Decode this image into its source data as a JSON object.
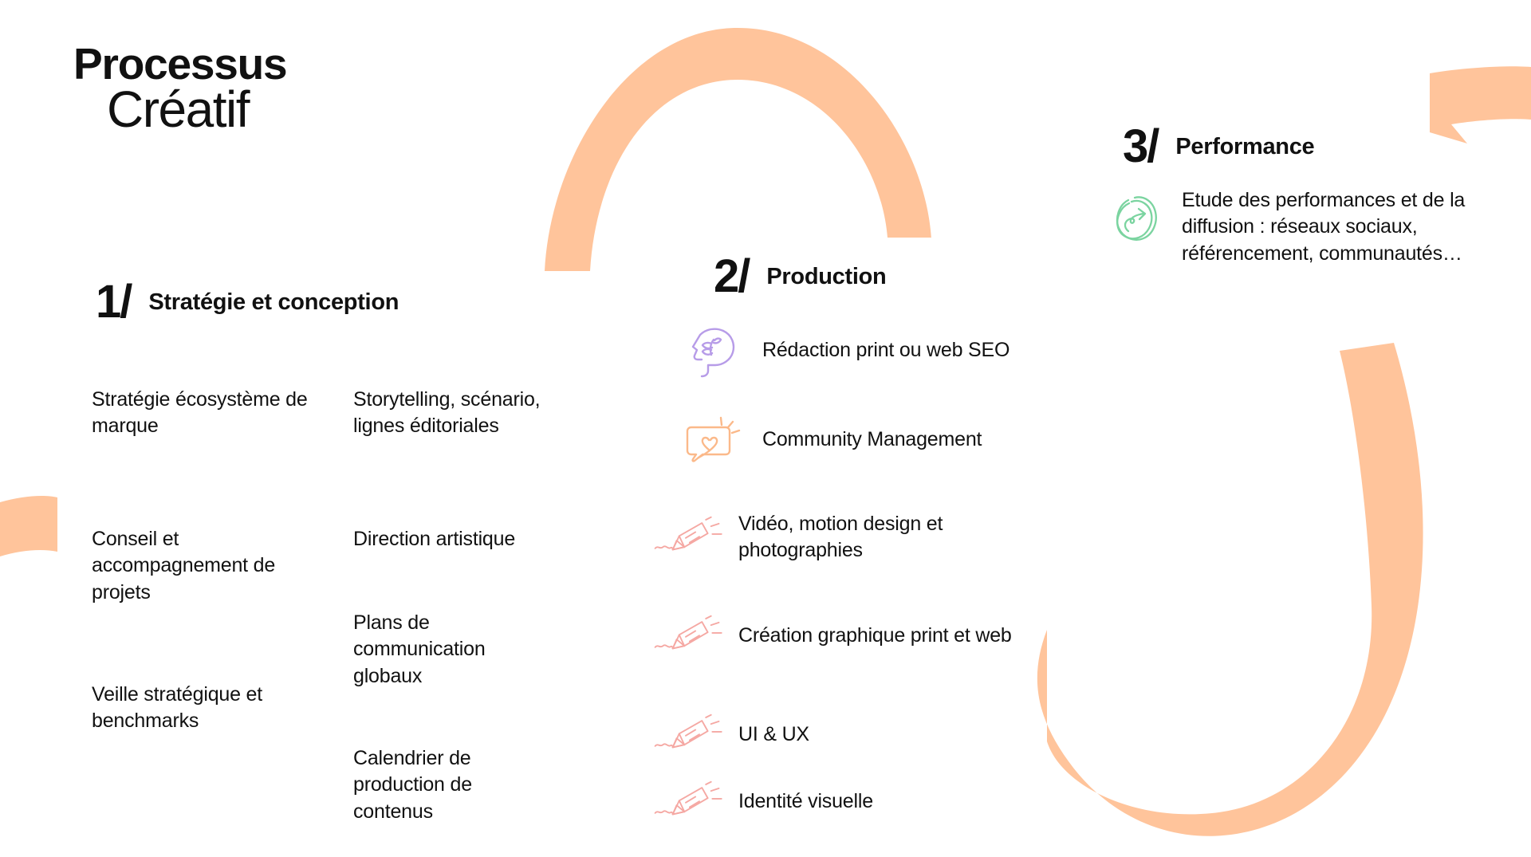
{
  "page": {
    "title_line1": "Processus",
    "title_line2": "Créatif",
    "background_color": "#FFFFFF",
    "accent_orange": "#FFC49B",
    "text_color": "#111111"
  },
  "steps": [
    {
      "number": "1/",
      "title": "Stratégie et conception",
      "columns": [
        {
          "items": [
            "Stratégie écosystème de marque",
            "Conseil et accompagnement de projets",
            "Veille stratégique et benchmarks"
          ]
        },
        {
          "items": [
            "Storytelling, scénario, lignes éditoriales",
            "Direction artistique",
            "Plans de communication globaux",
            "Calendrier de production de contenus"
          ]
        }
      ]
    },
    {
      "number": "2/",
      "title": "Production",
      "items": [
        {
          "icon": "head-plant-icon",
          "icon_color": "#B79CE8",
          "label": "Rédaction print ou web SEO"
        },
        {
          "icon": "chat-heart-icon",
          "icon_color": "#FBB98A",
          "label": "Community Management"
        },
        {
          "icon": "pencil-icon",
          "icon_color": "#F5A8A3",
          "label": "Vidéo, motion design et photographies"
        },
        {
          "icon": "pencil-icon",
          "icon_color": "#F5A8A3",
          "label": "Création graphique print et web"
        },
        {
          "icon": "pencil-icon",
          "icon_color": "#F5A8A3",
          "label": "UI & UX"
        },
        {
          "icon": "pencil-icon",
          "icon_color": "#F5A8A3",
          "label": "Identité visuelle"
        }
      ]
    },
    {
      "number": "3/",
      "title": "Performance",
      "items": [
        {
          "icon": "blob-arrow-icon",
          "icon_color": "#7BD4A0",
          "label": "Etude des performances et de la diffusion : réseaux sociaux, référencement, communautés…"
        }
      ]
    }
  ],
  "decorations": {
    "arc_color": "#FFC49B",
    "shapes": [
      "top-arch-band",
      "top-right-arrowhead",
      "right-down-curve-band",
      "left-edge-band-fragment"
    ]
  }
}
